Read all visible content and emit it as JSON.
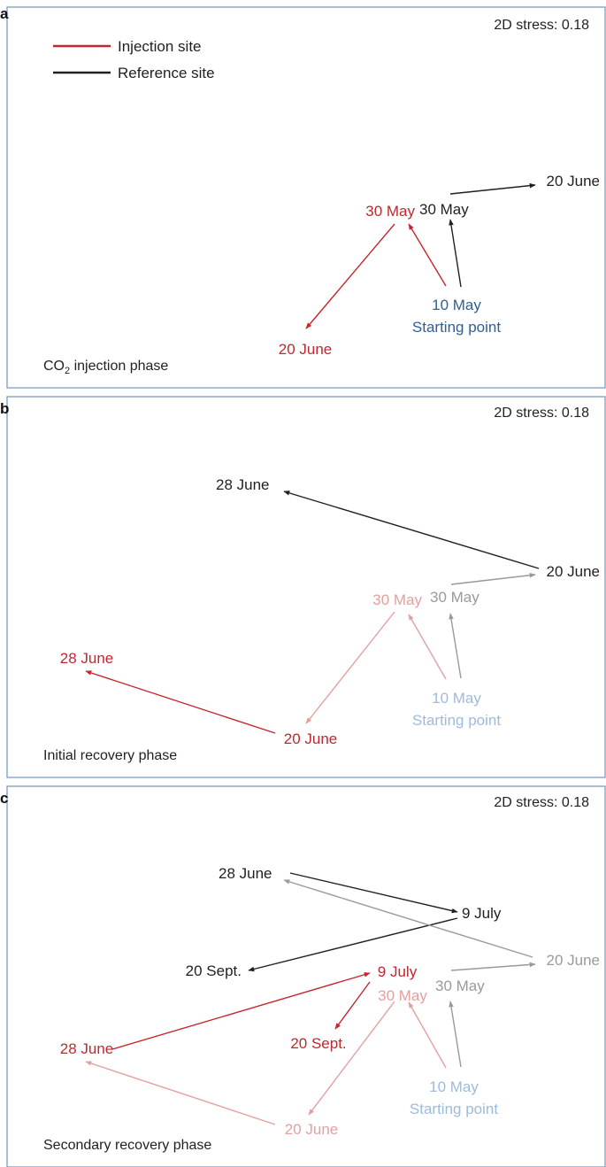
{
  "colors": {
    "injection": "#c1272d",
    "injection_faded": "#e3a0a0",
    "reference": "#231f20",
    "reference_faded": "#9a9a9a",
    "start": "#2f5f97",
    "start_faded": "#9dbbdc",
    "frame": "#7d9cc3"
  },
  "legend": {
    "injection": "Injection site",
    "reference": "Reference site"
  },
  "panels": [
    {
      "letter": "a",
      "stress": "2D stress: 0.18",
      "phase_text": "CO",
      "phase_sub": "2",
      "phase_rest": " injection phase",
      "labels": [
        {
          "text": "20 June",
          "color": "reference"
        },
        {
          "text": "30 May",
          "color": "reference"
        },
        {
          "text": "30 May",
          "color": "injection"
        },
        {
          "text": "10 May",
          "color": "start"
        },
        {
          "text": "Starting point",
          "color": "start"
        },
        {
          "text": "20 June",
          "color": "injection"
        }
      ],
      "arrows": [
        {
          "from": "start",
          "to": "30 May",
          "color": "reference"
        },
        {
          "from": "30 May",
          "to": "20 June",
          "color": "reference"
        },
        {
          "from": "start",
          "to": "30 May",
          "color": "injection"
        },
        {
          "from": "30 May",
          "to": "20 June",
          "color": "injection"
        }
      ]
    },
    {
      "letter": "b",
      "stress": "2D stress: 0.18",
      "phase_text": "Initial recovery phase",
      "labels": [
        {
          "text": "28 June",
          "color": "reference"
        },
        {
          "text": "20 June",
          "color": "reference"
        },
        {
          "text": "30 May",
          "color": "reference_faded"
        },
        {
          "text": "30 May",
          "color": "injection_faded"
        },
        {
          "text": "10 May",
          "color": "start_faded"
        },
        {
          "text": "Starting point",
          "color": "start_faded"
        },
        {
          "text": "28 June",
          "color": "injection"
        },
        {
          "text": "20 June",
          "color": "injection"
        }
      ],
      "arrows": [
        {
          "from": "20 June",
          "to": "28 June",
          "color": "reference"
        },
        {
          "from": "30 May",
          "to": "20 June",
          "color": "reference_faded"
        },
        {
          "from": "start",
          "to": "30 May",
          "color": "reference_faded"
        },
        {
          "from": "start",
          "to": "30 May",
          "color": "injection_faded"
        },
        {
          "from": "30 May",
          "to": "20 June",
          "color": "injection_faded"
        },
        {
          "from": "20 June",
          "to": "28 June",
          "color": "injection"
        }
      ]
    },
    {
      "letter": "c",
      "stress": "2D stress: 0.18",
      "phase_text": "Secondary recovery phase",
      "labels": [
        {
          "text": "28 June",
          "color": "reference"
        },
        {
          "text": "9 July",
          "color": "reference"
        },
        {
          "text": "20 June",
          "color": "reference_faded"
        },
        {
          "text": "20 Sept.",
          "color": "reference"
        },
        {
          "text": "9 July",
          "color": "injection"
        },
        {
          "text": "30 May",
          "color": "injection_faded"
        },
        {
          "text": "30 May",
          "color": "reference_faded"
        },
        {
          "text": "20 Sept.",
          "color": "injection"
        },
        {
          "text": "28 June",
          "color": "injection"
        },
        {
          "text": "10 May",
          "color": "start_faded"
        },
        {
          "text": "Starting point",
          "color": "start_faded"
        },
        {
          "text": "20 June",
          "color": "injection_faded"
        }
      ],
      "arrows": [
        {
          "from": "28 June",
          "to": "9 July",
          "color": "reference"
        },
        {
          "from": "9 July",
          "to": "20 Sept.",
          "color": "reference"
        },
        {
          "from": "20 June",
          "to": "28 June",
          "color": "reference_faded"
        },
        {
          "from": "30 May",
          "to": "20 June",
          "color": "reference_faded"
        },
        {
          "from": "start",
          "to": "30 May",
          "color": "reference_faded"
        },
        {
          "from": "start",
          "to": "30 May",
          "color": "injection_faded"
        },
        {
          "from": "30 May",
          "to": "20 June",
          "color": "injection_faded"
        },
        {
          "from": "20 June",
          "to": "28 June",
          "color": "injection_faded"
        },
        {
          "from": "28 June",
          "to": "9 July",
          "color": "injection"
        },
        {
          "from": "9 July",
          "to": "20 Sept.",
          "color": "injection"
        }
      ]
    }
  ]
}
